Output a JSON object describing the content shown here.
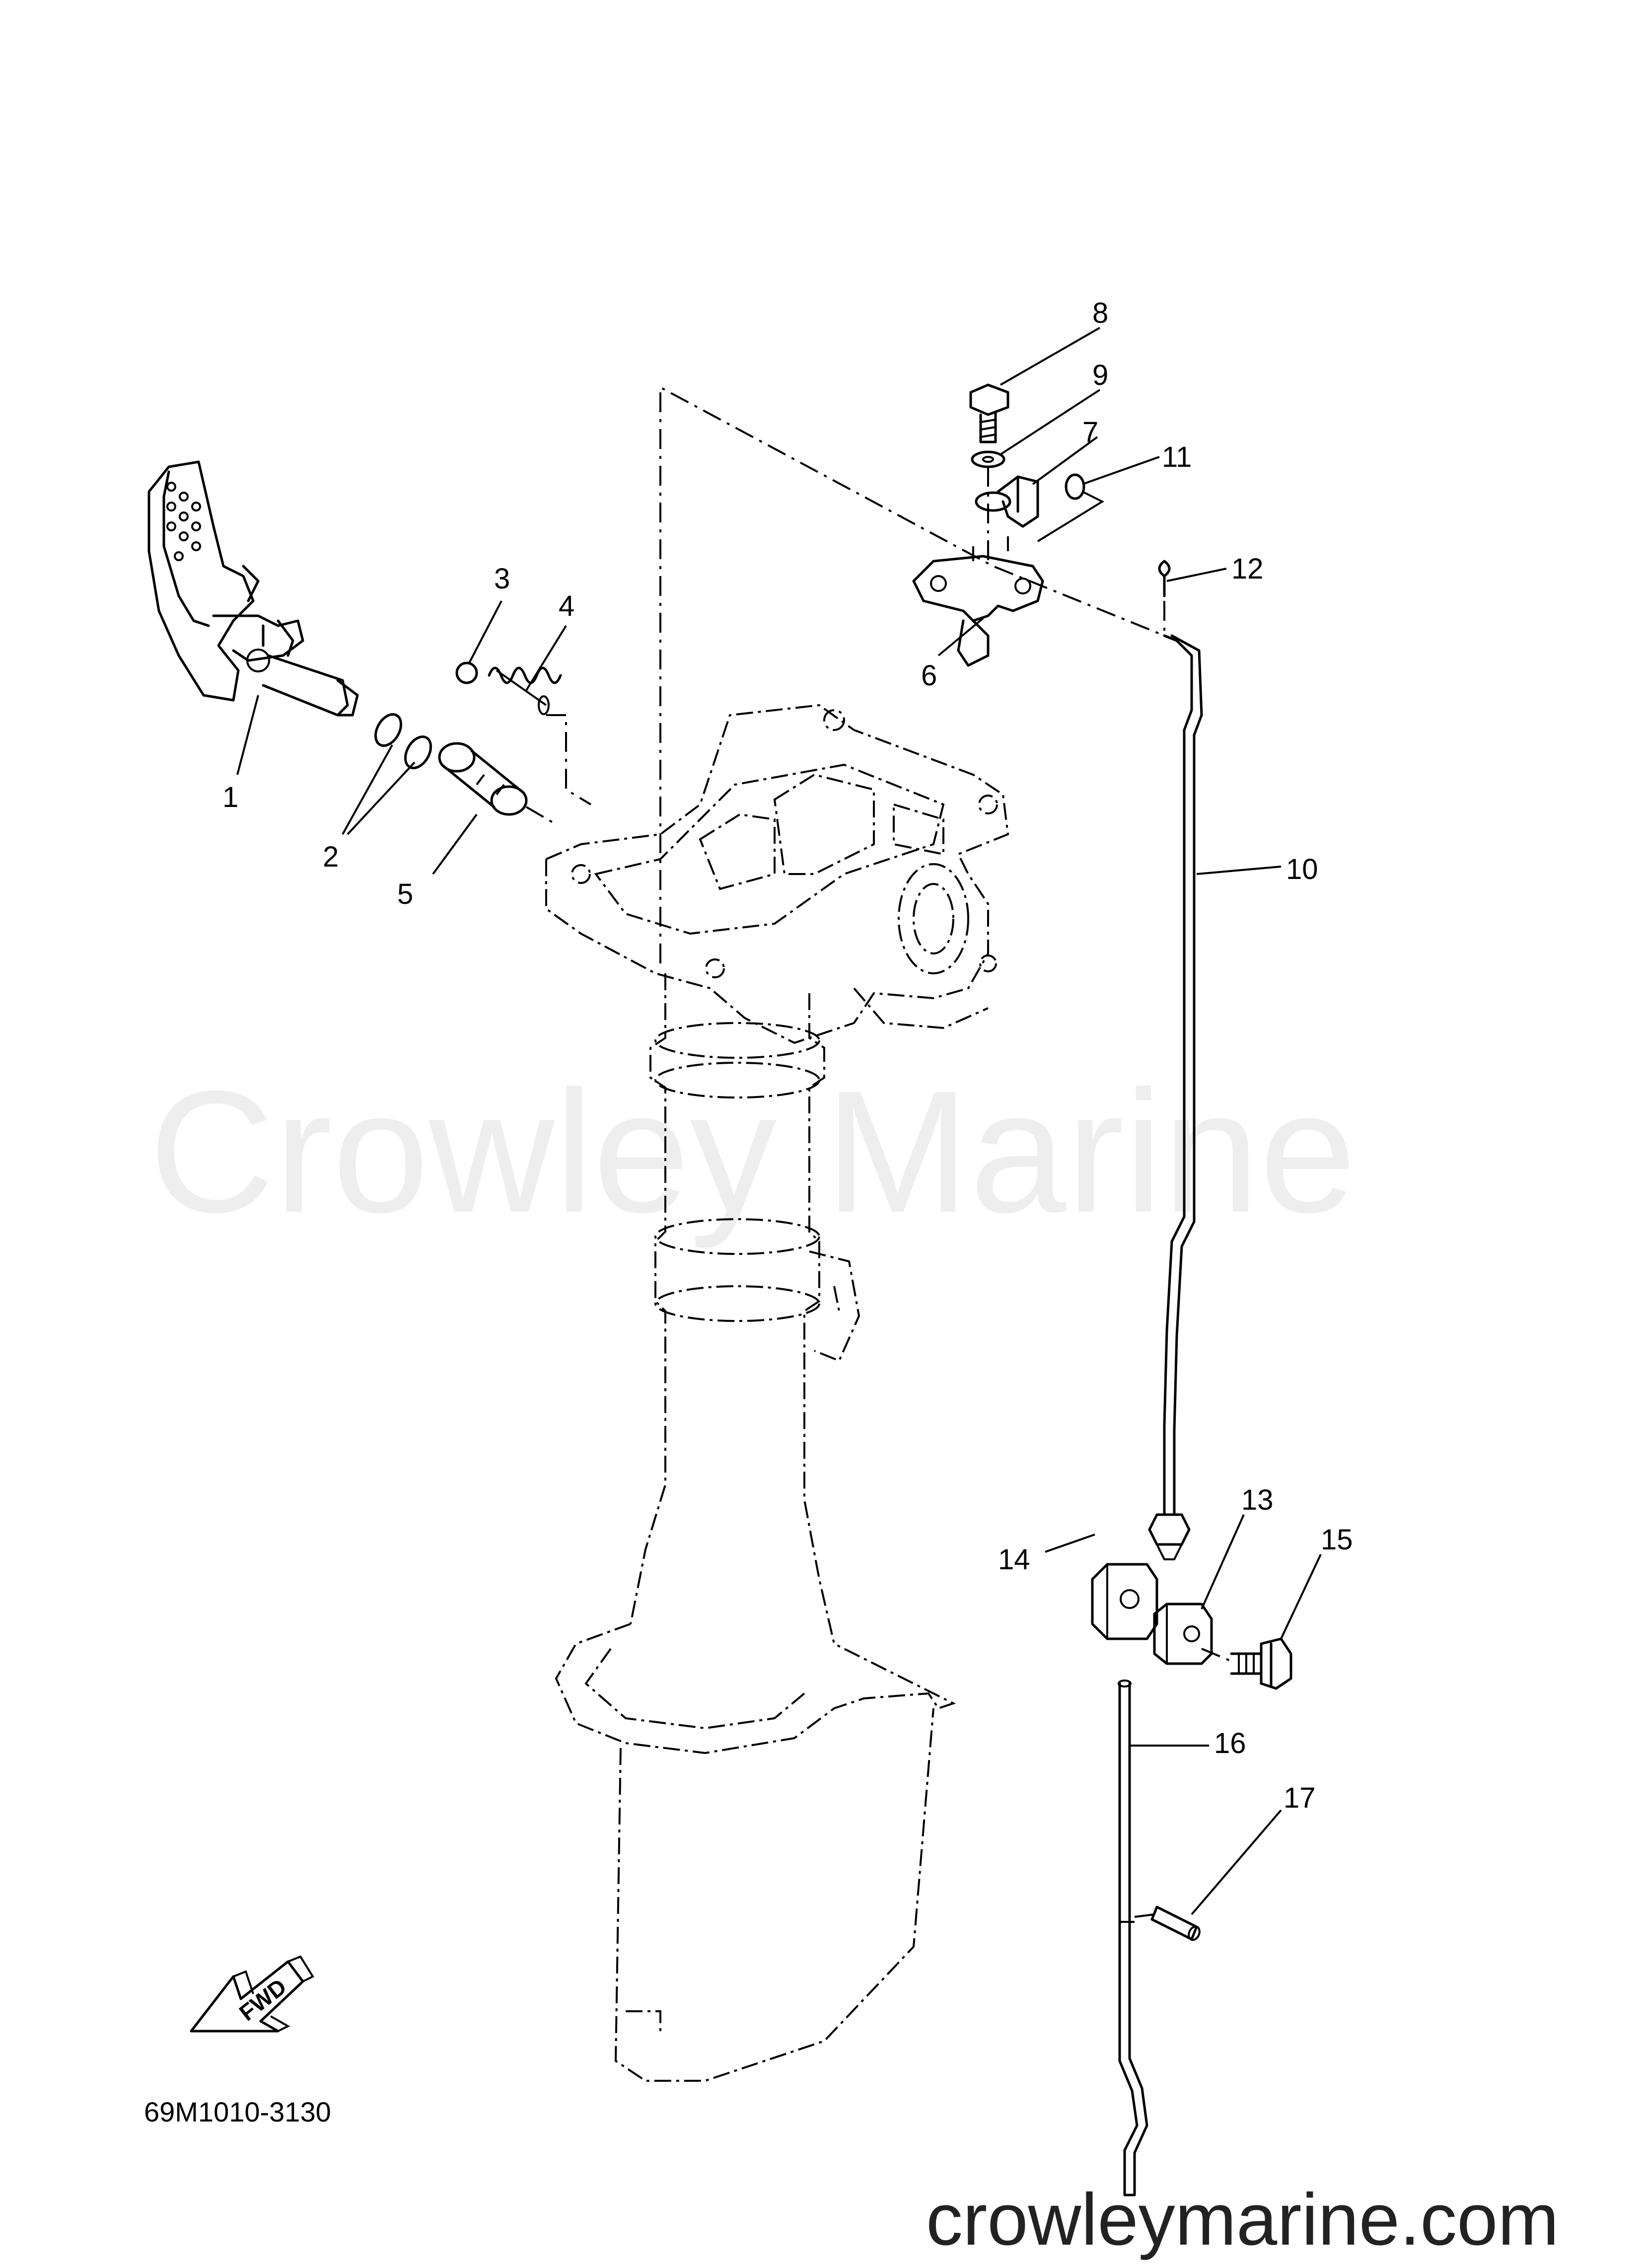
{
  "watermark": "Crowley Marine",
  "footer_url": "crowleymarine.com",
  "diagram_code": "69M1010-3130",
  "fwd_label": "FWD",
  "callouts": [
    "1",
    "2",
    "3",
    "4",
    "5",
    "6",
    "7",
    "8",
    "9",
    "10",
    "11",
    "12",
    "13",
    "14",
    "15",
    "16",
    "17"
  ]
}
